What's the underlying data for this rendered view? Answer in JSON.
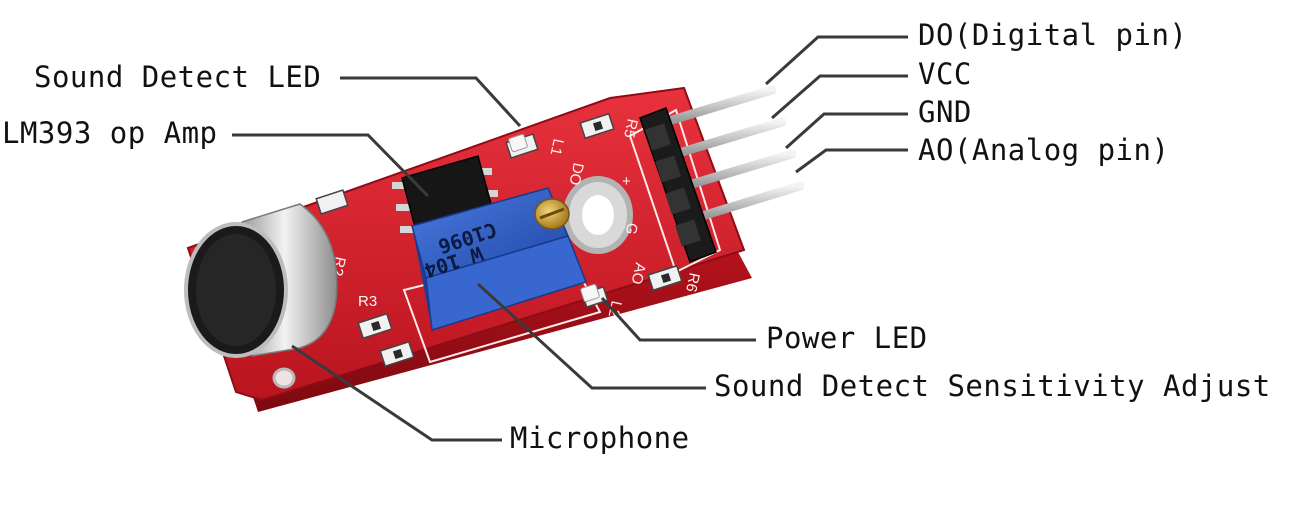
{
  "labels": {
    "sound_detect_led": "Sound Detect LED",
    "lm393": "LM393 op Amp",
    "do_pin": "DO(Digital pin)",
    "vcc": "VCC",
    "gnd": "GND",
    "ao_pin": "AO(Analog pin)",
    "power_led": "Power LED",
    "sensitivity": "Sound Detect Sensitivity Adjust",
    "microphone": "Microphone"
  },
  "board": {
    "pin_labels": [
      "DO",
      "+",
      "G",
      "AO"
    ],
    "resistor_labels": [
      "R5",
      "R6",
      "R2",
      "R3",
      "L1",
      "L2"
    ],
    "pot_text": [
      "W 104",
      "C1096"
    ]
  },
  "colors": {
    "board_red": "#d81e2a",
    "board_dark": "#a0111b",
    "pot_blue": "#2f5fc4",
    "leader_line": "#3a3a3a"
  }
}
